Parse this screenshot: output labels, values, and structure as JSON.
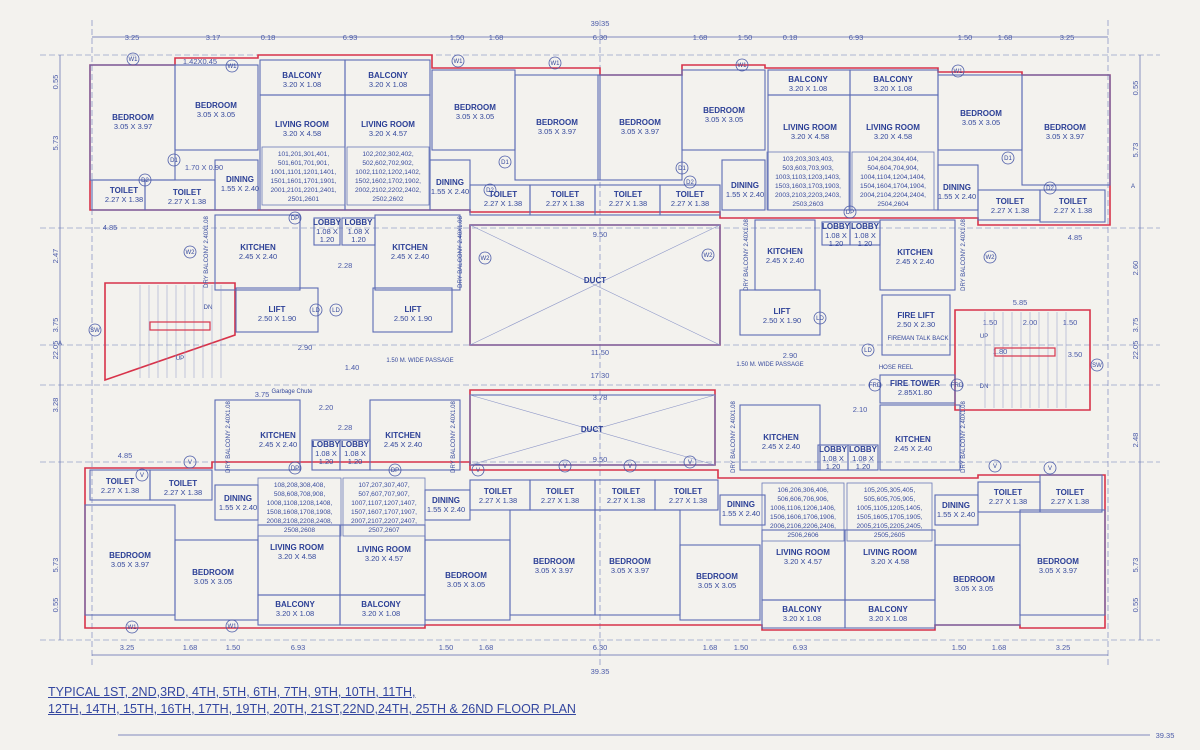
{
  "title": {
    "line1": "TYPICAL 1ST, 2ND,3RD, 4TH, 5TH, 6TH, 7TH, 9TH, 10TH, 11TH,",
    "line2": "12TH, 14TH, 15TH, 16TH, 17TH, 19TH, 20TH, 21ST,22ND,24TH, 25TH & 26ND FLOOR PLAN"
  },
  "colors": {
    "line_blue": "#5b6bb5",
    "text_blue": "#2b3f96",
    "wall_red": "#d8334a",
    "paper": "#f3f2ee"
  },
  "rooms": [
    {
      "name": "BEDROOM",
      "size": "3.05 X 3.97"
    },
    {
      "name": "BEDROOM",
      "size": "3.05 X 3.05"
    },
    {
      "name": "TOILET",
      "size": "2.27 X 1.38"
    },
    {
      "name": "TOILET",
      "size": "2.27 X 1.38"
    },
    {
      "name": "DINING",
      "size": "1.55 X 2.40"
    },
    {
      "name": "BALCONY",
      "size": "3.20 X 1.08"
    },
    {
      "name": "LIVING ROOM",
      "size": "3.20 X 4.58"
    },
    {
      "name": "BALCONY",
      "size": "3.20 X 1.08"
    },
    {
      "name": "LIVING ROOM",
      "size": "3.20 X 4.57"
    },
    {
      "name": "DINING",
      "size": "1.55 X 2.40"
    },
    {
      "name": "BEDROOM",
      "size": "3.05 X 3.05"
    },
    {
      "name": "BEDROOM",
      "size": "3.05 X 3.97"
    },
    {
      "name": "TOILET",
      "size": "2.27 X 1.38"
    },
    {
      "name": "TOILET",
      "size": "2.27 X 1.38"
    },
    {
      "name": "TOILET",
      "size": "2.27 X 1.38"
    },
    {
      "name": "BEDROOM",
      "size": "3.05 X 3.97"
    },
    {
      "name": "TOILET",
      "size": "2.27 X 1.38"
    },
    {
      "name": "BEDROOM",
      "size": "3.05 X 3.05"
    },
    {
      "name": "DINING",
      "size": "1.55 X 2.40"
    },
    {
      "name": "BALCONY",
      "size": "3.20 X 1.08"
    },
    {
      "name": "LIVING ROOM",
      "size": "3.20 X 4.58"
    },
    {
      "name": "BALCONY",
      "size": "3.20 X 1.08"
    },
    {
      "name": "LIVING ROOM",
      "size": "3.20 X 4.58"
    },
    {
      "name": "DINING",
      "size": "1.55 X 2.40"
    },
    {
      "name": "BEDROOM",
      "size": "3.05 X 3.05"
    },
    {
      "name": "BEDROOM",
      "size": "3.05 X 3.97"
    },
    {
      "name": "TOILET",
      "size": "2.27 X 1.38"
    },
    {
      "name": "TOILET",
      "size": "2.27 X 1.38"
    },
    {
      "name": "KITCHEN",
      "size": "2.45 X 2.40"
    },
    {
      "name": "LOBBY",
      "size": "1.08 X 1.20"
    },
    {
      "name": "LOBBY",
      "size": "1.08 X 1.20"
    },
    {
      "name": "KITCHEN",
      "size": "2.45 X 2.40"
    },
    {
      "name": "DUCT",
      "size": ""
    },
    {
      "name": "KITCHEN",
      "size": "2.45 X 2.40"
    },
    {
      "name": "LOBBY",
      "size": "1.08 X 1.20"
    },
    {
      "name": "LOBBY",
      "size": "1.08 X 1.20"
    },
    {
      "name": "KITCHEN",
      "size": "2.45 X 2.40"
    },
    {
      "name": "LIFT",
      "size": "2.50 X 1.90"
    },
    {
      "name": "LIFT",
      "size": "2.50 X 1.90"
    },
    {
      "name": "LIFT",
      "size": "2.50 X 1.90"
    },
    {
      "name": "FIRE LIFT",
      "size": "2.50 X 2.30"
    },
    {
      "name": "FIRE TOWER",
      "size": "2.85X1.80"
    },
    {
      "name": "KITCHEN",
      "size": "2.45 X 2.40"
    },
    {
      "name": "KITCHEN",
      "size": "2.45 X 2.40"
    },
    {
      "name": "DUCT",
      "size": ""
    },
    {
      "name": "KITCHEN",
      "size": "2.45 X 2.40"
    },
    {
      "name": "KITCHEN",
      "size": "2.45 X 2.40"
    },
    {
      "name": "LOBBY",
      "size": "1.08 X 1.20"
    },
    {
      "name": "LOBBY",
      "size": "1.08 X 1.20"
    },
    {
      "name": "LOBBY",
      "size": "1.08 X 1.20"
    },
    {
      "name": "LOBBY",
      "size": "1.08 X 1.20"
    },
    {
      "name": "TOILET",
      "size": "2.27 X 1.38"
    },
    {
      "name": "TOILET",
      "size": "2.27 X 1.38"
    },
    {
      "name": "DINING",
      "size": "1.55 X 2.40"
    },
    {
      "name": "LIVING ROOM",
      "size": "3.20 X 4.58"
    },
    {
      "name": "LIVING ROOM",
      "size": "3.20 X 4.57"
    },
    {
      "name": "BALCONY",
      "size": "3.20 X 1.08"
    },
    {
      "name": "BALCONY",
      "size": "3.20 X 1.08"
    },
    {
      "name": "BEDROOM",
      "size": "3.05 X 3.97"
    },
    {
      "name": "BEDROOM",
      "size": "3.05 X 3.05"
    },
    {
      "name": "DINING",
      "size": "1.55 X 2.40"
    },
    {
      "name": "TOILET",
      "size": "2.27 X 1.38"
    },
    {
      "name": "TOILET",
      "size": "2.27 X 1.38"
    },
    {
      "name": "TOILET",
      "size": "2.27 X 1.38"
    },
    {
      "name": "TOILET",
      "size": "2.27 X 1.38"
    },
    {
      "name": "BEDROOM",
      "size": "3.05 X 3.05"
    },
    {
      "name": "BEDROOM",
      "size": "3.05 X 3.97"
    },
    {
      "name": "BEDROOM",
      "size": "3.05 X 3.97"
    },
    {
      "name": "BEDROOM",
      "size": "3.05 X 3.05"
    },
    {
      "name": "DINING",
      "size": "1.55 X 2.40"
    },
    {
      "name": "LIVING ROOM",
      "size": "3.20 X 4.57"
    },
    {
      "name": "LIVING ROOM",
      "size": "3.20 X 4.58"
    },
    {
      "name": "BALCONY",
      "size": "3.20 X 1.08"
    },
    {
      "name": "BALCONY",
      "size": "3.20 X 1.08"
    },
    {
      "name": "DINING",
      "size": "1.55 X 2.40"
    },
    {
      "name": "TOILET",
      "size": "2.27 X 1.38"
    },
    {
      "name": "TOILET",
      "size": "2.27 X 1.38"
    },
    {
      "name": "BEDROOM",
      "size": "3.05 X 3.05"
    },
    {
      "name": "BEDROOM",
      "size": "3.05 X 3.97"
    }
  ],
  "unit_lists": [
    [
      "101,201,301,401,",
      "501,601,701,901,",
      "1001,1101,1201,1401,",
      "1501,1601,1701,1901,",
      "2001,2101,2201,2401,",
      "2501,2601"
    ],
    [
      "102,202,302,402,",
      "502,602,702,902,",
      "1002,1102,1202,1402,",
      "1502,1602,1702,1902,",
      "2002,2102,2202,2402,",
      "2502,2602"
    ],
    [
      "103,203,303,403,",
      "503,603,703,903,",
      "1003,1103,1203,1403,",
      "1503,1603,1703,1903,",
      "2003,2103,2203,2403,",
      "2503,2603"
    ],
    [
      "104,204,304,404,",
      "504,604,704,904,",
      "1004,1104,1204,1404,",
      "1504,1604,1704,1904,",
      "2004,2104,2204,2404,",
      "2504,2604"
    ],
    [
      "108,208,308,408,",
      "508,608,708,908,",
      "1008,1108,1208,1408,",
      "1508,1608,1708,1908,",
      "2008,2108,2208,2408,",
      "2508,2608"
    ],
    [
      "107,207,307,407,",
      "507,607,707,907,",
      "1007,1107,1207,1407,",
      "1507,1607,1707,1907,",
      "2007,2107,2207,2407,",
      "2507,2607"
    ],
    [
      "106,206,306,406,",
      "506,606,706,906,",
      "1006,1106,1206,1406,",
      "1506,1606,1706,1906,",
      "2006,2106,2206,2406,",
      "2506,2606"
    ],
    [
      "105,205,305,405,",
      "505,605,705,905,",
      "1005,1105,1205,1405,",
      "1505,1605,1705,1905,",
      "2005,2105,2205,2405,",
      "2505,2605"
    ]
  ],
  "labels": {
    "passage_left": "1.50 M. WIDE PASSAGE",
    "passage_right": "1.50 M. WIDE PASSAGE",
    "dry_balcony": "DRY BALCONY 2.40X1.08",
    "garbage_chute": "Garbage Chute",
    "fireman_talkback": "FIREMAN TALK BACK",
    "hose_reel": "HOSE REEL",
    "stair_up": "UP",
    "stair_dn": "DN",
    "axis_a": "A"
  },
  "dimensions": {
    "top": [
      "3.25",
      "3.17",
      "0.18",
      "6.93",
      "1.50",
      "1.68",
      "6.30",
      "1.68",
      "1.50",
      "0.18",
      "6.93",
      "1.50",
      "1.68",
      "3.25"
    ],
    "top_total": "39.35",
    "bottom": [
      "3.25",
      "1.68",
      "1.50",
      "6.93",
      "1.50",
      "1.68",
      "6.30",
      "1.68",
      "1.50",
      "6.93",
      "1.50",
      "1.68",
      "3.25"
    ],
    "bottom_total": "39.35",
    "footer_total": "39.35",
    "left": [
      "0.55",
      "5.73",
      "2.47",
      "3.75",
      "22.05",
      "3.28",
      "5.73",
      "0.55"
    ],
    "right": [
      "0.55",
      "5.73",
      "2.60",
      "3.75",
      "22.05",
      "2.48",
      "5.73",
      "0.55"
    ],
    "inner": [
      "4.85",
      "9.50",
      "4.85",
      "2.28",
      "11.50",
      "2.90",
      "2.90",
      "17.30",
      "3.75",
      "3.78",
      "9.50",
      "4.85",
      "2.28",
      "5.85",
      "1.50",
      "2.00",
      "1.50",
      "1.80",
      "3.50",
      "1.40",
      "2.20",
      "2.10",
      "1.70 X 0.90",
      "1.42X0.45"
    ]
  },
  "tags": [
    "W1",
    "W1",
    "W1",
    "W1",
    "W1",
    "W1",
    "W1",
    "W1",
    "D1",
    "D2",
    "D1",
    "D2",
    "D1",
    "D2",
    "D1",
    "D2",
    "V",
    "V",
    "V",
    "V",
    "V",
    "V",
    "V",
    "V",
    "W2",
    "W2",
    "W2",
    "W2",
    "LD",
    "LD",
    "LD",
    "LD",
    "SW",
    "SW",
    "FRD",
    "FRD",
    "DP",
    "DP",
    "DP",
    "DP"
  ]
}
